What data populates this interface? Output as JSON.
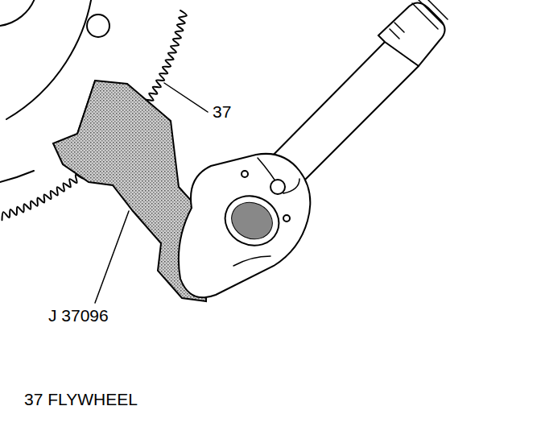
{
  "diagram": {
    "labels": [
      "37",
      "J 37096",
      "37 FLYWHEEL"
    ]
  }
}
